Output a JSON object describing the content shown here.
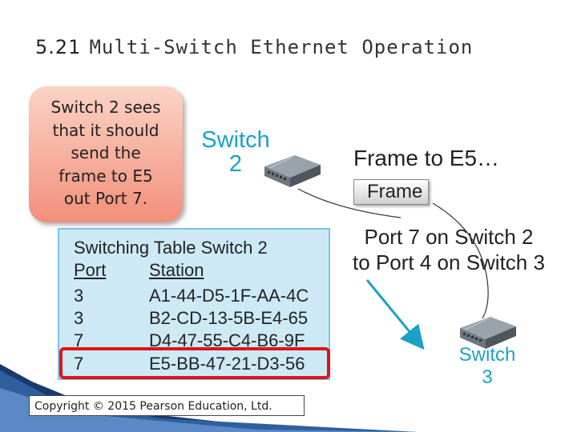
{
  "title": {
    "number": "5.21",
    "text": "Multi-Switch Ethernet Operation"
  },
  "callout": {
    "lines": [
      "Switch 2 sees",
      "that it should",
      "send the",
      "frame to E5",
      "out Port 7."
    ]
  },
  "switch2": {
    "label_line1": "Switch",
    "label_line2": "2"
  },
  "switch3": {
    "label_line1": "Switch",
    "label_line2": "3"
  },
  "frame": {
    "caption": "Frame to E5…",
    "box_label": "Frame"
  },
  "port_note": {
    "line1": "Port 7 on Switch 2",
    "line2": "to Port 4 on Switch 3"
  },
  "table": {
    "title": "Switching Table Switch 2",
    "headers": {
      "port": "Port",
      "station": "Station"
    },
    "rows": [
      {
        "port": "3",
        "station": "A1-44-D5-1F-AA-4C"
      },
      {
        "port": "3",
        "station": "B2-CD-13-5B-E4-65"
      },
      {
        "port": "7",
        "station": "D4-47-55-C4-B6-9F"
      },
      {
        "port": "7",
        "station": "E5-BB-47-21-D3-56"
      }
    ],
    "highlighted_row": 3
  },
  "copyright": "Copyright © 2015 Pearson Education, Ltd.",
  "colors": {
    "accent_blue": "#1aa1c8",
    "highlight_red": "#e0121a",
    "table_bg": "#cde9f6",
    "callout_bg": "#f38f7a"
  }
}
